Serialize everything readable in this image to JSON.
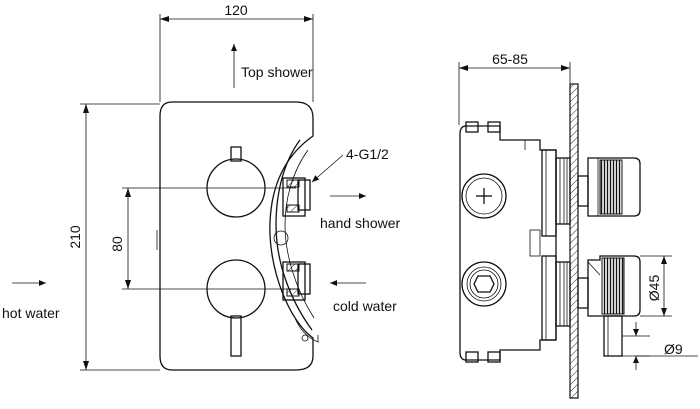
{
  "front_view": {
    "dim_width": "120",
    "dim_height": "210",
    "dim_spacing": "80",
    "label_top_shower": "Top shower",
    "label_connection": "4-G1/2",
    "label_hand_shower": "hand shower",
    "label_cold_water": "cold water",
    "label_hot_water": "hot water"
  },
  "side_view": {
    "dim_depth": "65-85",
    "dim_knob_diameter": "Ø45",
    "dim_stem_diameter": "Ø9"
  }
}
